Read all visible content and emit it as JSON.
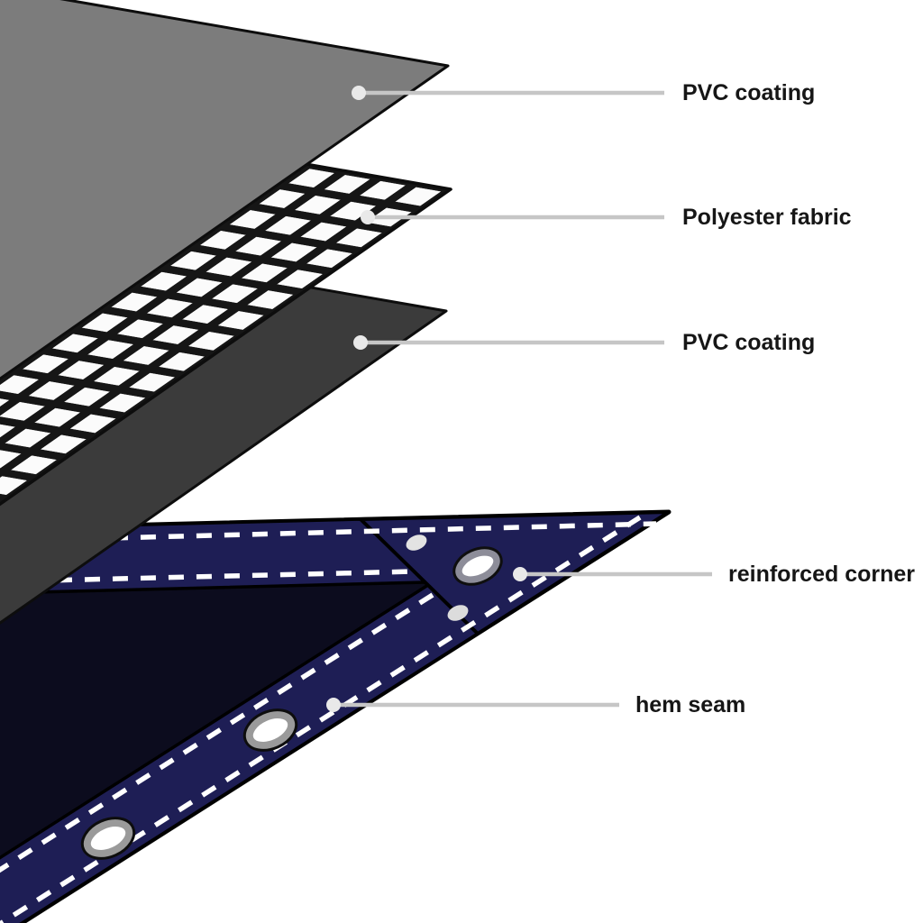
{
  "labels": {
    "pvc_top": "PVC coating",
    "polyester": "Polyester fabric",
    "pvc_mid": "PVC coating",
    "reinforced_corner": "reinforced corner",
    "hem_seam": "hem seam"
  },
  "colors": {
    "sheet_gray": "#7c7c7c",
    "sheet_dark_gray": "#3b3b3b",
    "mesh_strand": "#161616",
    "mesh_hole": "#fbfbfb",
    "tarp_body": "#0c0c1e",
    "tarp_hem": "#1e1e55",
    "stitch": "#ffffff",
    "leader": "#c6c6c6",
    "label_text": "#161616"
  }
}
